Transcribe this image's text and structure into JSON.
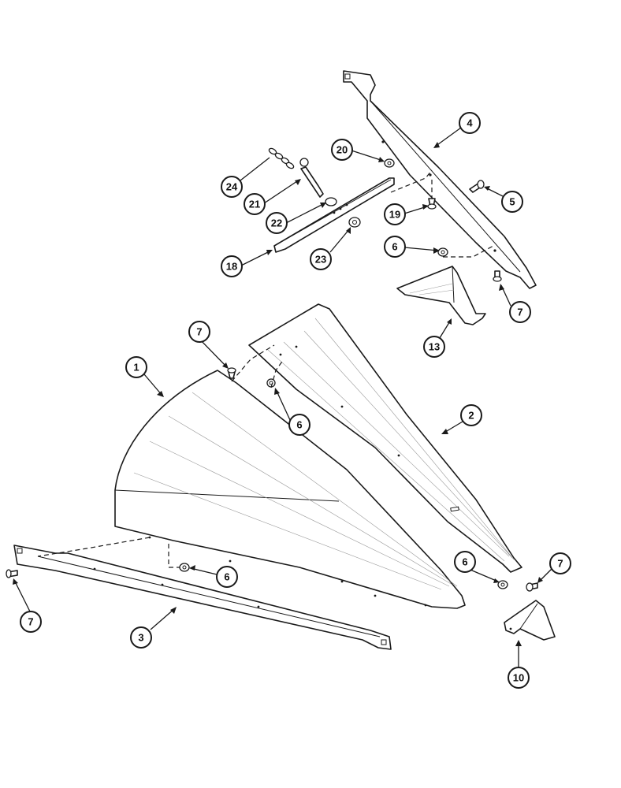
{
  "callouts": [
    {
      "label": "1"
    },
    {
      "label": "2"
    },
    {
      "label": "3"
    },
    {
      "label": "4"
    },
    {
      "label": "5"
    },
    {
      "label": "6"
    },
    {
      "label": "6"
    },
    {
      "label": "6"
    },
    {
      "label": "6"
    },
    {
      "label": "7"
    },
    {
      "label": "7"
    },
    {
      "label": "7"
    },
    {
      "label": "7"
    },
    {
      "label": "10"
    },
    {
      "label": "13"
    },
    {
      "label": "18"
    },
    {
      "label": "19"
    },
    {
      "label": "20"
    },
    {
      "label": "21"
    },
    {
      "label": "22"
    },
    {
      "label": "23"
    },
    {
      "label": "24"
    }
  ]
}
